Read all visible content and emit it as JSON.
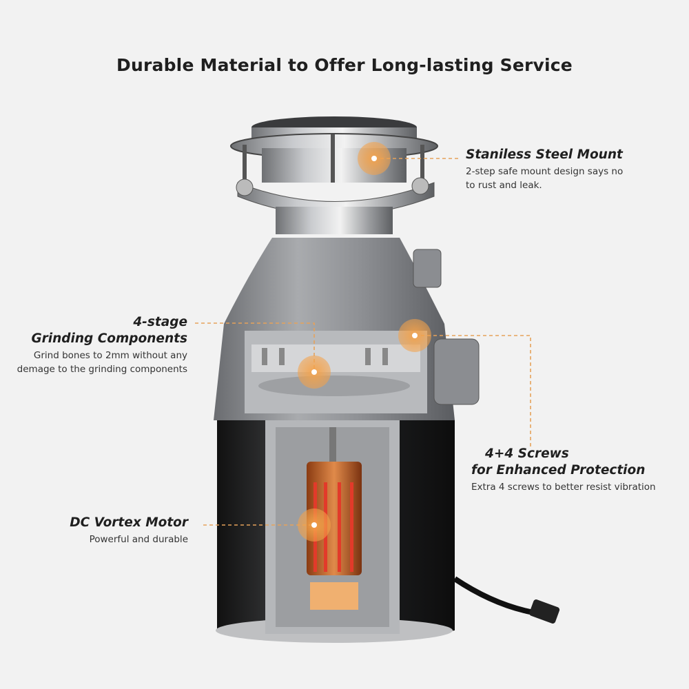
{
  "title": "Durable Material to Offer Long-lasting Service",
  "features": {
    "mount": {
      "heading": "Staniless Steel Mount",
      "desc_line1": "2-step safe mount design says no",
      "desc_line2": "to rust and leak."
    },
    "grinding": {
      "heading_line1": "4-stage",
      "heading_line2": "Grinding Components",
      "desc_line1": "Grind bones to 2mm without any",
      "desc_line2": "demage to the grinding components"
    },
    "screws": {
      "heading_line1": "4+4 Screws",
      "heading_line2": "for Enhanced Protection",
      "desc_line1": "Extra 4 screws to better resist vibration"
    },
    "motor": {
      "heading": "DC Vortex Motor",
      "desc_line1": "Powerful and durable"
    }
  },
  "colors": {
    "background": "#f2f2f2",
    "accent": "#f0a040",
    "body_grey": "#8a8c90",
    "body_black": "#1e1f21"
  }
}
